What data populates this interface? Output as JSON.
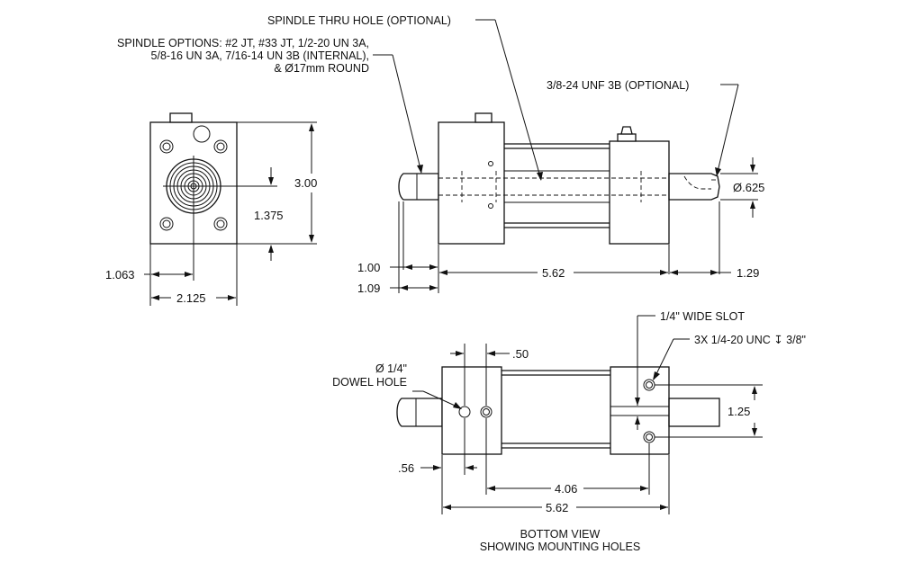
{
  "notes": {
    "spindle_thru_hole": "SPINDLE THRU HOLE (OPTIONAL)",
    "spindle_options": [
      "SPINDLE OPTIONS: #2 JT, #33 JT, 1/2-20 UN 3A,",
      "5/8-16 UN 3A, 7/16-14 UN 3B (INTERNAL),",
      "& Ø17mm ROUND"
    ],
    "thread_optional": "3/8-24 UNF 3B (OPTIONAL)",
    "wide_slot": "1/4\" WIDE SLOT",
    "tapped_holes": "3X 1/4-20 UNC  ↧ 3/8\"",
    "dowel_hole": [
      "Ø 1/4\"",
      "DOWEL HOLE"
    ],
    "bottom_view": [
      "BOTTOM VIEW",
      "SHOWING MOUNTING HOLES"
    ]
  },
  "dimensions": {
    "end_height": "3.00",
    "end_center_height": "1.375",
    "end_center_offset": "1.063",
    "end_width": "2.125",
    "spindle_diameter": "Ø.625",
    "spindle_left_1": "1.00",
    "spindle_left_2": "1.09",
    "body_length": "5.62",
    "spindle_right": "1.29",
    "hole_spacing": ".50",
    "dowel_offset": ".56",
    "hole_span": "4.06",
    "slot_spacing": "1.25",
    "bottom_length": "5.62"
  }
}
